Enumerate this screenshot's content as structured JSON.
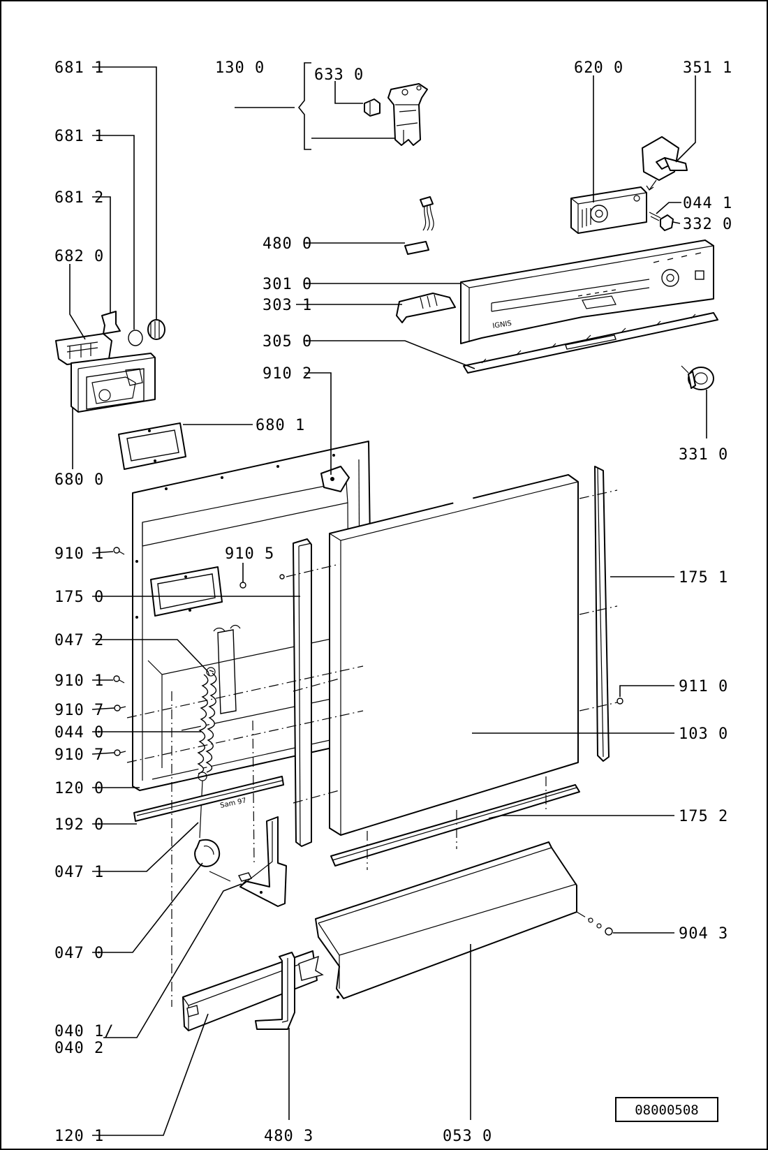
{
  "labels": {
    "p681_1a": "681 1",
    "p681_1b": "681 1",
    "p681_2": "681 2",
    "p682_0": "682 0",
    "p680_0": "680 0",
    "p680_1": "680 1",
    "p130_0": "130 0",
    "p633_0": "633 0",
    "p620_0": "620 0",
    "p351_1": "351 1",
    "p044_1": "044 1",
    "p332_0": "332 0",
    "p480_0": "480 0",
    "p301_0": "301 0",
    "p303_1": "303 1",
    "p305_0": "305 0",
    "p910_2": "910 2",
    "p331_0": "331 0",
    "p910_1a": "910 1",
    "p910_5": "910 5",
    "p175_0": "175 0",
    "p175_1": "175 1",
    "p047_2": "047 2",
    "p910_1b": "910 1",
    "p911_0": "911 0",
    "p910_7a": "910 7",
    "p044_0": "044 0",
    "p103_0": "103 0",
    "p910_7b": "910 7",
    "p120_0": "120 0",
    "p192_0": "192 0",
    "p175_2": "175 2",
    "p047_1": "047 1",
    "p047_0": "047 0",
    "p904_3": "904 3",
    "p040_1": "040 1/",
    "p040_2": "040 2",
    "p120_1": "120 1",
    "p480_3": "480 3",
    "p053_0": "053 0"
  },
  "panel_brand": "IGNIS",
  "inner_door_mark": "Sam 97",
  "document_number": "08000508"
}
